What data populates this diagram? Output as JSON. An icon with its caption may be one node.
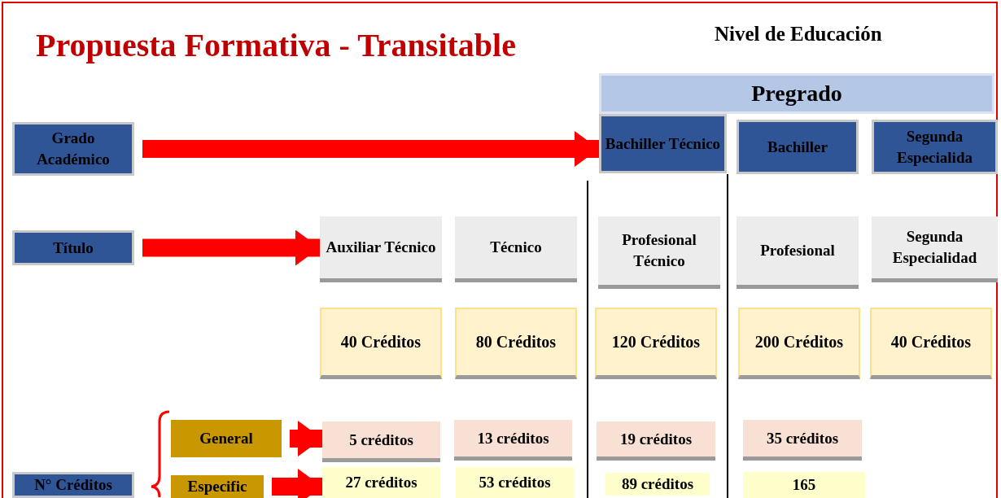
{
  "diagram": {
    "title": "Propuesta Formativa - Transitable",
    "nodes": [
      {
        "text": [
          "Grado Académico"
        ]
      },
      {
        "text": [
          "Pregrado"
        ]
      },
      {
        "text": [
          "Bachiller Técnico"
        ]
      },
      {
        "text": [
          "Bachiller"
        ]
      },
      {
        "text": [
          "Segunda Especialida"
        ]
      },
      {
        "text": [
          "Título"
        ]
      },
      {
        "text": [
          "Auxiliar Técnico"
        ]
      },
      {
        "text": [
          "Técnico"
        ]
      },
      {
        "text": [
          "Profesional Técnico"
        ]
      },
      {
        "text": [
          "Profesional"
        ]
      },
      {
        "text": [
          "Segunda Especialidad"
        ]
      },
      {
        "text": [
          "40 Créditos"
        ]
      },
      {
        "text": [
          "80 Créditos"
        ]
      },
      {
        "text": [
          "120 Créditos"
        ]
      },
      {
        "text": [
          "200 Créditos"
        ]
      },
      {
        "text": [
          "40 Créditos"
        ]
      },
      {
        "text": [
          "General"
        ]
      },
      {
        "text": [
          "5 créditos"
        ]
      },
      {
        "text": [
          "13 créditos"
        ]
      },
      {
        "text": [
          "19 créditos"
        ]
      },
      {
        "text": [
          "35 créditos"
        ]
      },
      {
        "text": [
          "N° Créditos"
        ]
      },
      {
        "text": [
          "Especific"
        ]
      },
      {
        "text": [
          "27 créditos"
        ]
      },
      {
        "text": [
          "53 créditos"
        ]
      },
      {
        "text": [
          "89 créditos"
        ]
      },
      {
        "text": [
          "165"
        ]
      }
    ],
    "edges": [
      {
        "from": 0,
        "to": 2,
        "arrow": "to"
      },
      {
        "from": 5,
        "to": 6,
        "arrow": "to"
      },
      {
        "from": 16,
        "to": 17,
        "arrow": "to"
      },
      {
        "from": 22,
        "to": 23,
        "arrow": "to"
      }
    ],
    "labels": [
      "Nivel de Educación"
    ]
  }
}
